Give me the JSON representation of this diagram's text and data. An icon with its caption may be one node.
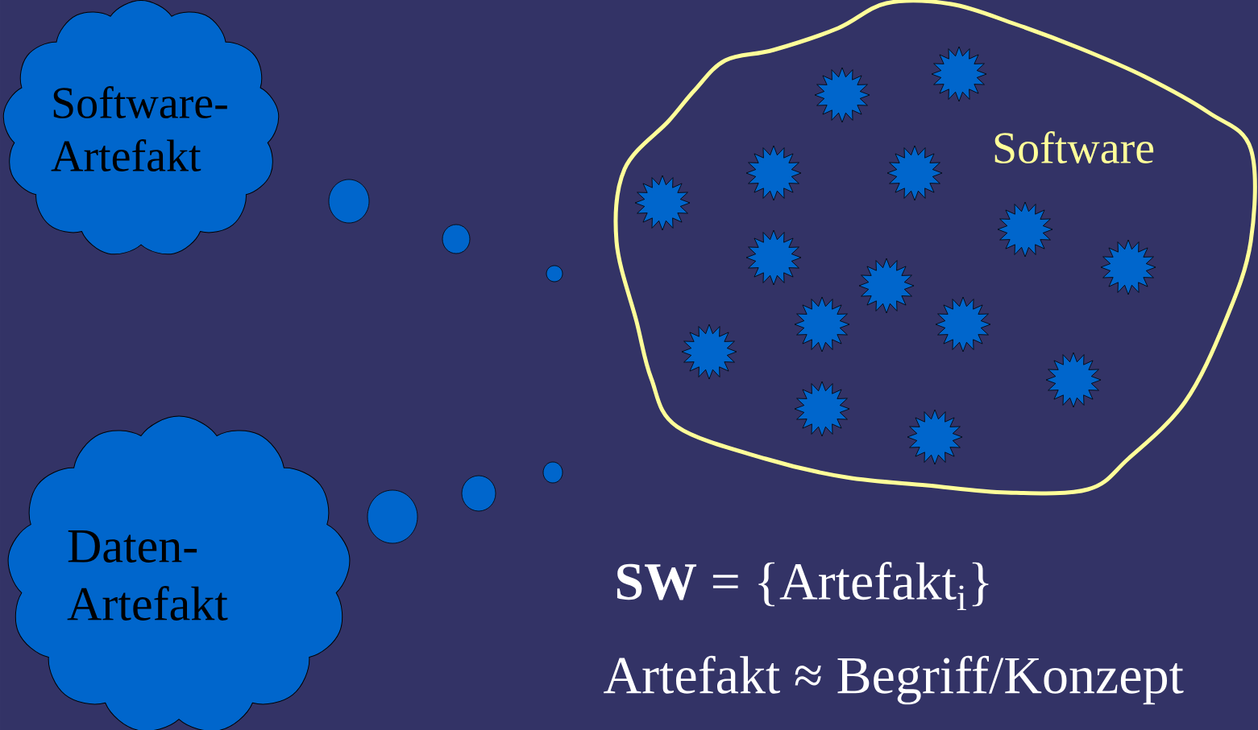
{
  "diagram": {
    "nodes": [
      {
        "text": [
          "Software- Artefakt"
        ]
      },
      {
        "text": [
          "Daten- Artefakt"
        ]
      },
      {
        "text": [
          "Software"
        ]
      },
      {
        "text": [],
        "shape": "star",
        "in": 2
      },
      {
        "text": [],
        "shape": "star",
        "in": 2
      },
      {
        "text": [],
        "shape": "star",
        "in": 2
      },
      {
        "text": [],
        "shape": "star",
        "in": 2
      },
      {
        "text": [],
        "shape": "star",
        "in": 2
      },
      {
        "text": [],
        "shape": "star",
        "in": 2
      },
      {
        "text": [],
        "shape": "star",
        "in": 2
      },
      {
        "text": [],
        "shape": "star",
        "in": 2
      },
      {
        "text": [],
        "shape": "star",
        "in": 2
      },
      {
        "text": [],
        "shape": "star",
        "in": 2
      },
      {
        "text": [],
        "shape": "star",
        "in": 2
      },
      {
        "text": [],
        "shape": "star",
        "in": 2
      },
      {
        "text": [],
        "shape": "star",
        "in": 2
      },
      {
        "text": [],
        "shape": "star",
        "in": 2
      },
      {
        "text": [],
        "shape": "star",
        "in": 2
      }
    ],
    "labels": [
      "**SW** = {Artefakt$_{i}$}",
      "Artefakt ≈ Begriff/Konzept"
    ]
  }
}
